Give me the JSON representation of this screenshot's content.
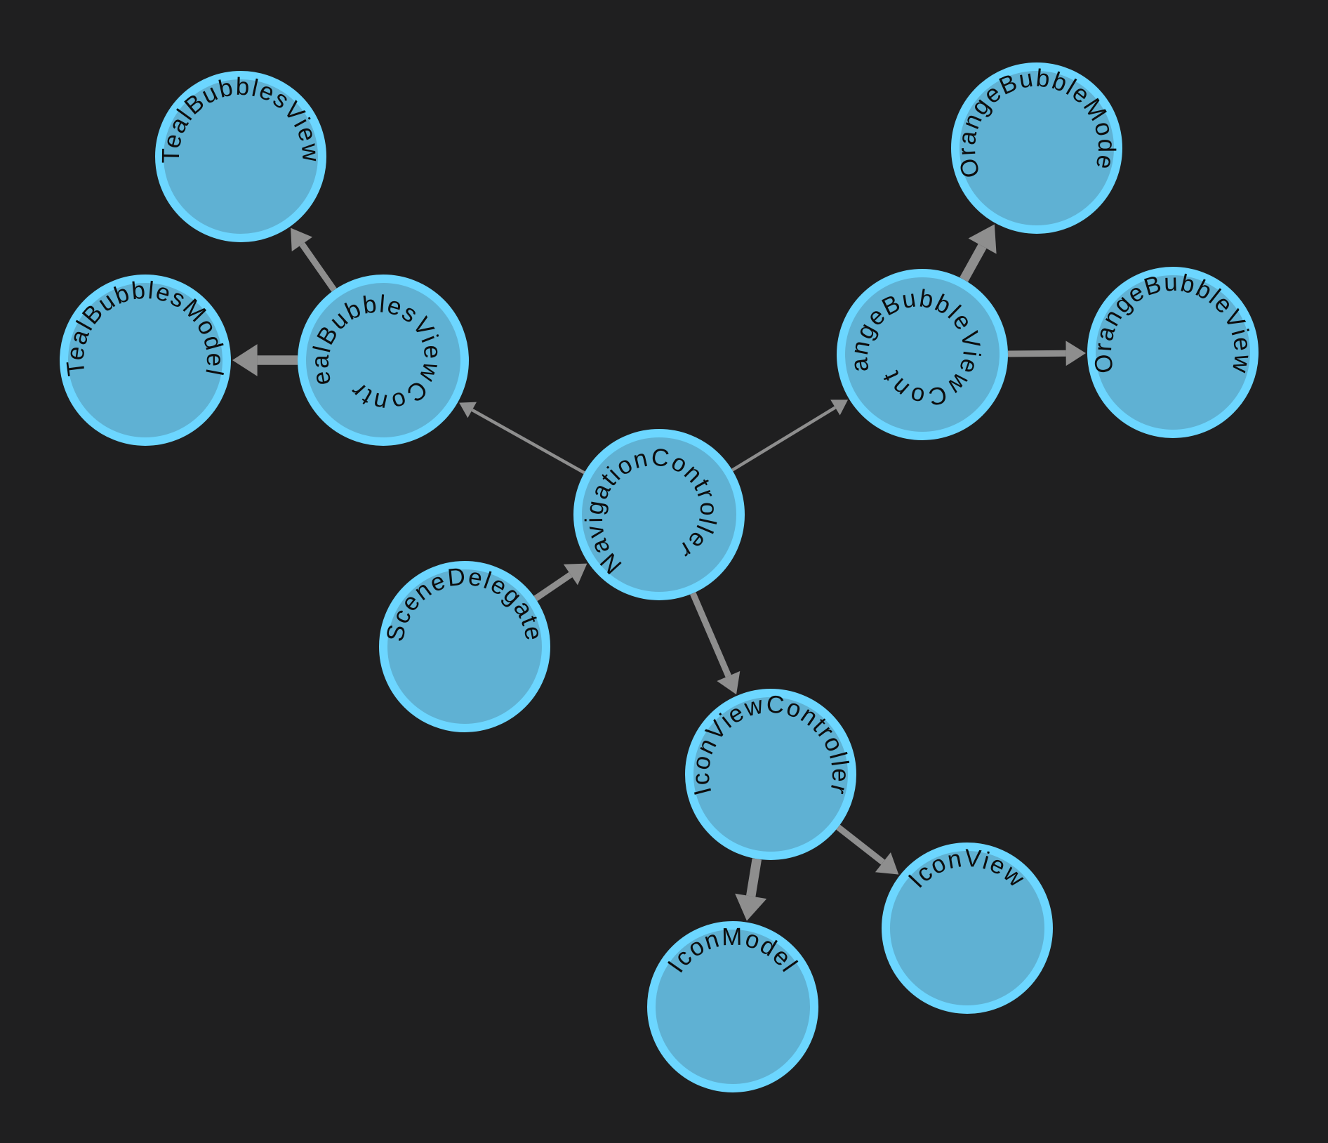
{
  "diagram": {
    "colors": {
      "background": "#1f1f20",
      "node_fill": "#5fb1d3",
      "node_stroke": "#6cd6ff",
      "edge": "#8e8e8e",
      "label": "#0d0d0d"
    },
    "nodes": [
      {
        "id": "navigation",
        "label": "NavigationController"
      },
      {
        "id": "scene",
        "label": "SceneDelegate"
      },
      {
        "id": "teal-controller",
        "label": "TealBubblesViewContr…"
      },
      {
        "id": "teal-view",
        "label": "TealBubblesView"
      },
      {
        "id": "teal-model",
        "label": "TealBubblesModel"
      },
      {
        "id": "orange-controller",
        "label": "OrangeBubbleViewCont…"
      },
      {
        "id": "orange-model",
        "label": "OrangeBubbleModel"
      },
      {
        "id": "orange-view",
        "label": "OrangeBubbleView"
      },
      {
        "id": "icon-controller",
        "label": "IconViewController"
      },
      {
        "id": "icon-model",
        "label": "IconModel"
      },
      {
        "id": "icon-view",
        "label": "IconView"
      }
    ],
    "edges": [
      {
        "from": "scene",
        "to": "navigation",
        "weight": 3
      },
      {
        "from": "navigation",
        "to": "teal-controller",
        "weight": 1.5
      },
      {
        "from": "navigation",
        "to": "orange-controller",
        "weight": 1.5
      },
      {
        "from": "navigation",
        "to": "icon-controller",
        "weight": 3
      },
      {
        "from": "teal-controller",
        "to": "teal-view",
        "weight": 3
      },
      {
        "from": "teal-controller",
        "to": "teal-model",
        "weight": 4.5
      },
      {
        "from": "orange-controller",
        "to": "orange-model",
        "weight": 4.5
      },
      {
        "from": "orange-controller",
        "to": "orange-view",
        "weight": 3
      },
      {
        "from": "icon-controller",
        "to": "icon-model",
        "weight": 4.5
      },
      {
        "from": "icon-controller",
        "to": "icon-view",
        "weight": 3
      }
    ]
  }
}
